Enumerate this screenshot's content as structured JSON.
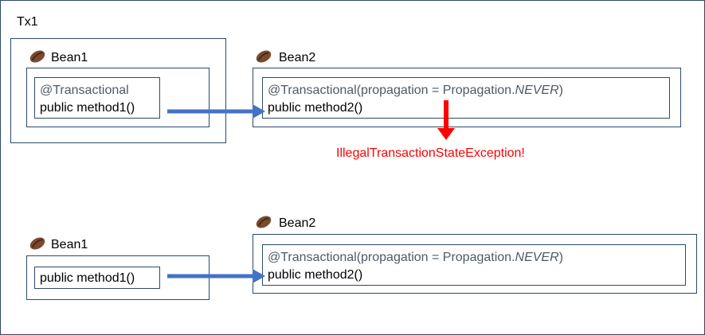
{
  "diagram": {
    "outer_label": "Tx1",
    "colors": {
      "border": "#2b4a6b",
      "arrow_blue": "#4472c4",
      "arrow_red": "#ff0000",
      "annotation_gray": "#4d5a66",
      "bean_brown": "#7a4a2e"
    },
    "top": {
      "bean1": {
        "label": "Bean1",
        "annotation": "@Transactional",
        "method": "public method1()"
      },
      "bean2": {
        "label": "Bean2",
        "annotation_prefix": "@Transactional(propagation = Propagation.",
        "annotation_value": "NEVER",
        "annotation_suffix": ")",
        "method": "public method2()"
      },
      "exception": "IllegalTransactionStateException!"
    },
    "bottom": {
      "bean1": {
        "label": "Bean1",
        "method": "public method1()"
      },
      "bean2": {
        "label": "Bean2",
        "annotation_prefix": "@Transactional(propagation = Propagation.",
        "annotation_value": "NEVER",
        "annotation_suffix": ")",
        "method": "public method2()"
      }
    }
  }
}
